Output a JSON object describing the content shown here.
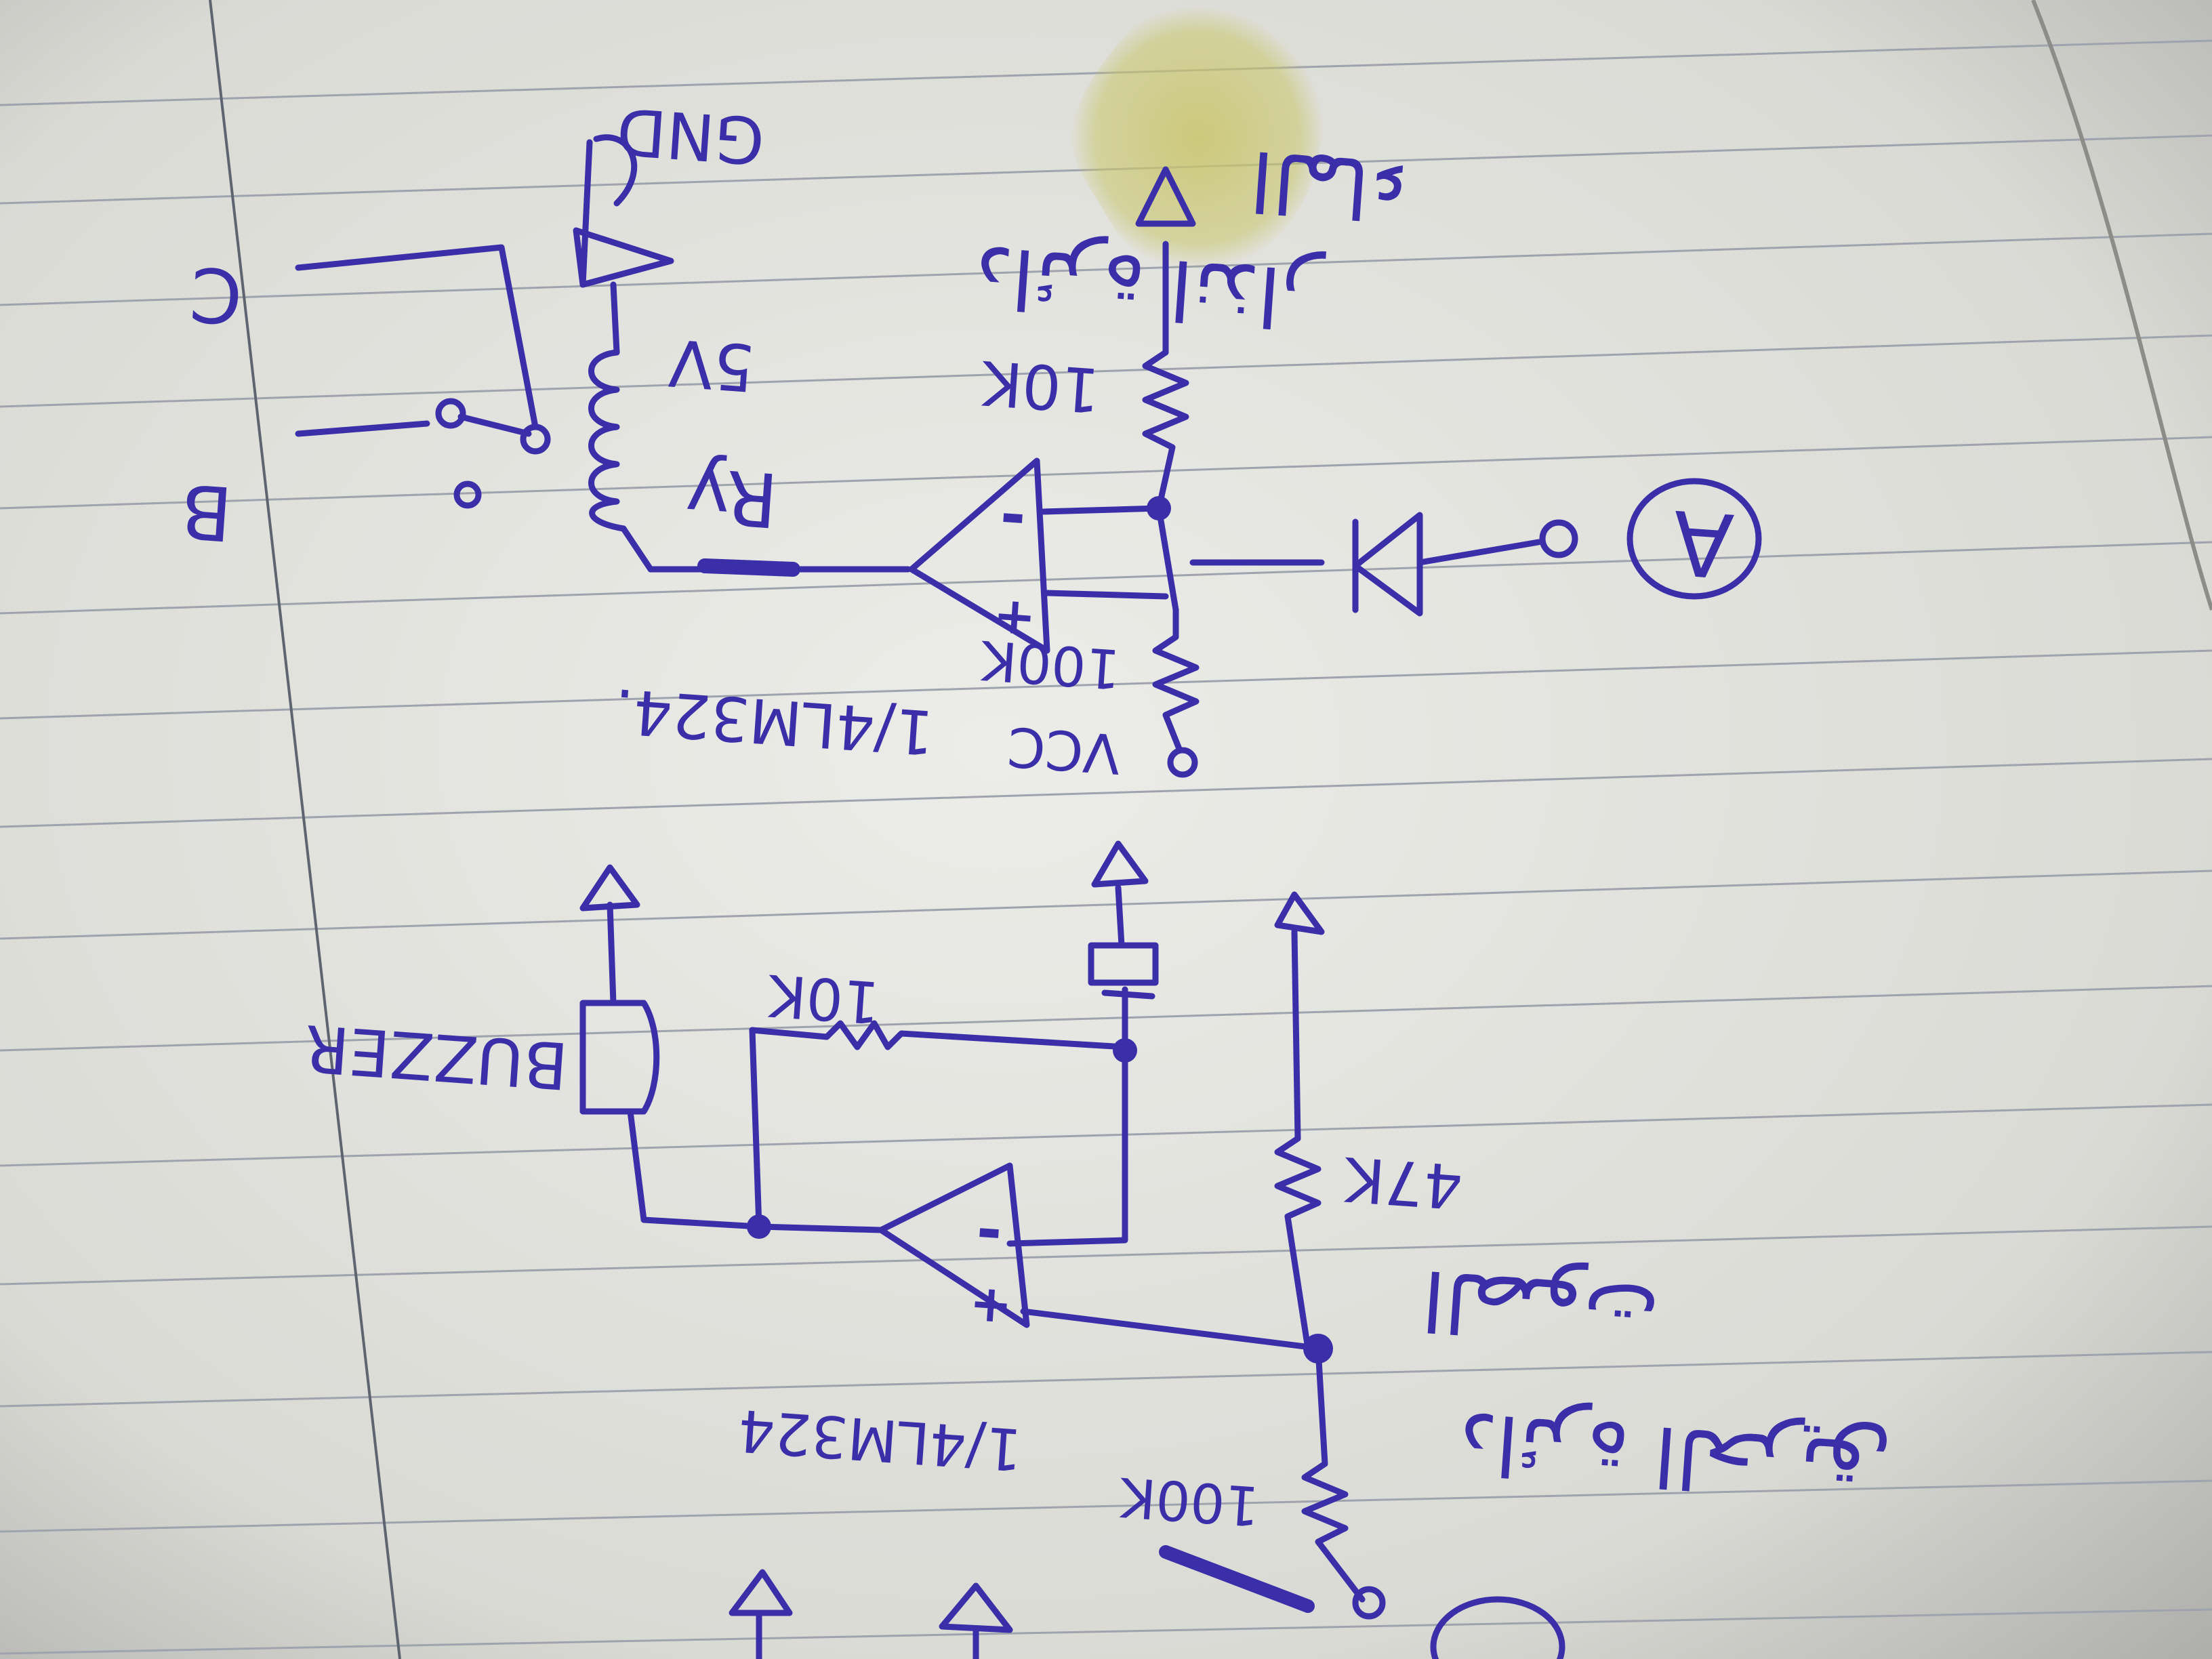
{
  "colors": {
    "paper": "#e6e6e1",
    "ink": "#3a2fa8",
    "stain": "#c8c66a",
    "rule": "#9ea3ad"
  },
  "labels": {
    "top_circuit": {
      "gnd": "GND",
      "relay_voltage": "5V",
      "relay_name": "Ry",
      "contact_b": "B",
      "contact_c": "C",
      "r_pullup": "10K",
      "r_bottom": "100K",
      "opamp_part": "1/4LM324.",
      "vcc": "VCC",
      "input_tag": "A",
      "opamp_plus": "+",
      "opamp_minus": "-",
      "note_line1": "دائرة انذار",
      "note_line2": "الماء"
    },
    "bottom_circuit": {
      "r_feedback": "10K",
      "buzzer": "BUZZER",
      "r_top": "47K",
      "r_bottom": "100K",
      "opamp_part": "1/4LM324",
      "opamp_plus": "+",
      "opamp_minus": "-",
      "note_line1": "دائرة الحريق",
      "note_line2": "الصوت"
    }
  }
}
